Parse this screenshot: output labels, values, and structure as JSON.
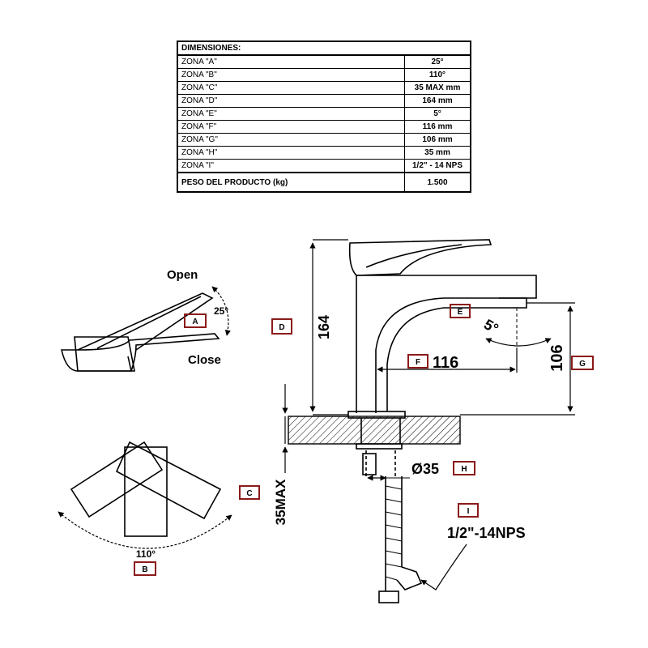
{
  "table": {
    "title": "DIMENSIONES:",
    "rows": [
      {
        "zone": "ZONA \"A\"",
        "value": "25°"
      },
      {
        "zone": "ZONA \"B\"",
        "value": "110°"
      },
      {
        "zone": "ZONA \"C\"",
        "value": "35 MAX mm"
      },
      {
        "zone": "ZONA \"D\"",
        "value": "164 mm"
      },
      {
        "zone": "ZONA \"E\"",
        "value": "5°"
      },
      {
        "zone": "ZONA \"F\"",
        "value": "116 mm"
      },
      {
        "zone": "ZONA \"G\"",
        "value": "106 mm"
      },
      {
        "zone": "ZONA \"H\"",
        "value": "35 mm"
      },
      {
        "zone": "ZONA \"I\"",
        "value": "1/2\" - 14 NPS"
      }
    ],
    "weight_label": "PESO DEL PRODUCTO (kg)",
    "weight_value": "1.500"
  },
  "diagram": {
    "open_label": "Open",
    "close_label": "Close",
    "angle_a": "25°",
    "angle_b": "110°",
    "dim_d": "164",
    "dim_f": "116",
    "dim_g": "106",
    "dim_e": "5°",
    "dim_c": "35MAX",
    "dim_h": "Ø35",
    "dim_i": "1/2\"-14NPS",
    "markers": {
      "a": "A",
      "b": "B",
      "c": "C",
      "d": "D",
      "e": "E",
      "f": "F",
      "g": "G",
      "h": "H",
      "i": "I"
    },
    "marker_color": "#8b1a1a"
  }
}
